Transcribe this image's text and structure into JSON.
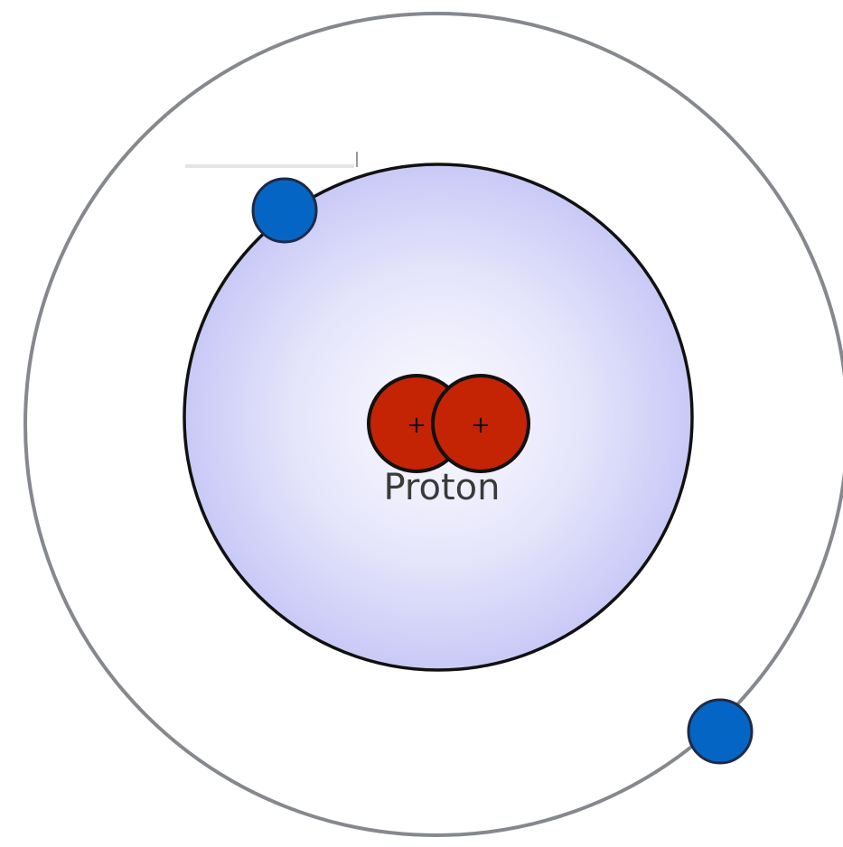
{
  "diagram": {
    "nucleus_labels": [
      "Proton"
    ],
    "proton_sign": "+",
    "proton_count": 2,
    "electron_count": 2,
    "colors": {
      "background": "#ffffff",
      "outer_orbit": "#85888d",
      "cloud_center": "#fbfbff",
      "cloud_edge": "#c9c9f7",
      "cloud_outline": "#111111",
      "proton_fill": "#c42404",
      "proton_stroke": "#111111",
      "electron_fill": "#0565c4",
      "electron_stroke": "#1f2a44",
      "label_text": "#3a3a3a"
    }
  }
}
